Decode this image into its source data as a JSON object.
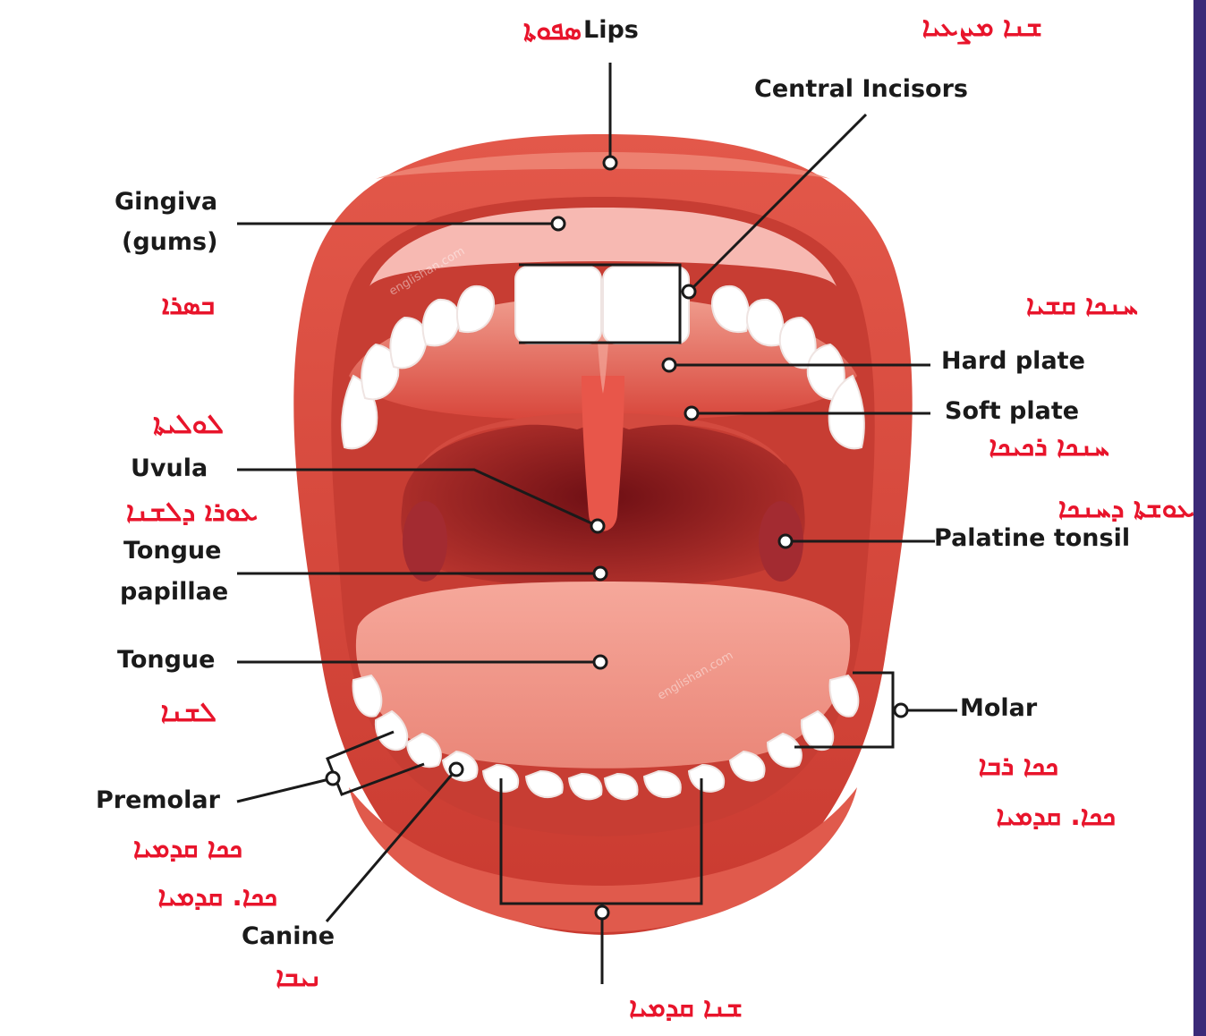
{
  "colors": {
    "label_english": "#1a1a1a",
    "label_syriac": "#e8142b",
    "border_right": "#3b2a78",
    "lip_outer": "#d9473b",
    "lip_inner": "#f2826f",
    "gum": "#f6b2ac",
    "tongue": "#f39a8e",
    "throat": "#8c1c1f",
    "teeth": "#ffffff",
    "leader_line": "#1a1a1a"
  },
  "watermarks": [
    "englishan.com",
    "englishan.com"
  ],
  "labels": {
    "lips": "Lips",
    "central_incisors": "Central Incisors",
    "gingiva": "Gingiva",
    "gingiva_sub": "(gums)",
    "hard_plate": "Hard plate",
    "soft_plate": "Soft plate",
    "uvula": "Uvula",
    "palatine_tonsil": "Palatine tonsil",
    "tongue_papillae_1": "Tongue",
    "tongue_papillae_2": "papillae",
    "tongue": "Tongue",
    "molar": "Molar",
    "premolar": "Premolar",
    "canine": "Canine"
  },
  "syriac": {
    "lips": "ܣܦܘܬܐ",
    "central_incisors": "ܫܢܐ ܡܨܥܝܐ",
    "gingiva": "ܒܣܪܐ",
    "hard_plate": "ܚܢܟܐ ܩܫܝܐ",
    "uvula": "ܠܘܠܝܬܐ",
    "soft_plate": "ܚܢܟܐ ܪܟܝܟܐ",
    "uvula_lower": "ܥܘܪܐ ܕܠܫܢܐ",
    "palatine_tonsil": "ܥܘܫܬܐ ܕܚܢܟܐ",
    "tongue": "ܠܫܢܐ",
    "molar_1": "ܟܟܐ ܪܒܐ",
    "molar_2": "ܟܟܐ. ܩܕܡܝܐ",
    "premolar_1": "ܟܟܐ ܩܕܡܝܐ",
    "premolar_2": "ܟܟܐ. ܩܕܡܝܐ",
    "canine": "ܢܝܒܐ",
    "incisors_bottom": "ܫܢܐ ܩܕܡܝܐ"
  }
}
